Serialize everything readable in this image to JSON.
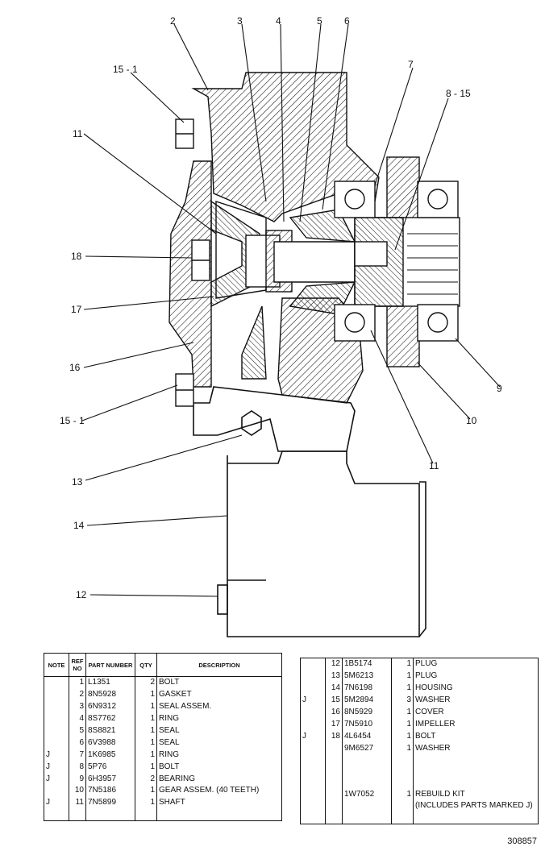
{
  "callouts": [
    "2",
    "3",
    "4",
    "5",
    "6",
    "15 - 1",
    "7",
    "8 - 15",
    "11",
    "18",
    "17",
    "16",
    "15 - 1",
    "9",
    "10",
    "11",
    "13",
    "14",
    "12"
  ],
  "table": {
    "headers": {
      "note": "NOTE",
      "ref": "REF NO",
      "part": "PART NUMBER",
      "qty": "QTY",
      "desc": "DESCRIPTION"
    },
    "left_rows": [
      {
        "note": "",
        "ref": "1",
        "part": "L1351",
        "qty": "2",
        "desc": "BOLT"
      },
      {
        "note": "",
        "ref": "2",
        "part": "8N5928",
        "qty": "1",
        "desc": "GASKET"
      },
      {
        "note": "",
        "ref": "3",
        "part": "6N9312",
        "qty": "1",
        "desc": "SEAL ASSEM."
      },
      {
        "note": "",
        "ref": "4",
        "part": "8S7762",
        "qty": "1",
        "desc": "RING"
      },
      {
        "note": "",
        "ref": "5",
        "part": "8S8821",
        "qty": "1",
        "desc": "SEAL"
      },
      {
        "note": "",
        "ref": "6",
        "part": "6V3988",
        "qty": "1",
        "desc": "SEAL"
      },
      {
        "note": "J",
        "ref": "7",
        "part": "1K6985",
        "qty": "1",
        "desc": "RING"
      },
      {
        "note": "J",
        "ref": "8",
        "part": "5P76",
        "qty": "1",
        "desc": "BOLT"
      },
      {
        "note": "J",
        "ref": "9",
        "part": "6H3957",
        "qty": "2",
        "desc": "BEARING"
      },
      {
        "note": "",
        "ref": "10",
        "part": "7N5186",
        "qty": "1",
        "desc": "GEAR ASSEM. (40 TEETH)"
      },
      {
        "note": "J",
        "ref": "11",
        "part": "7N5899",
        "qty": "1",
        "desc": "SHAFT"
      }
    ],
    "right_rows": [
      {
        "note": "",
        "ref": "12",
        "part": "1B5174",
        "qty": "1",
        "desc": "PLUG"
      },
      {
        "note": "",
        "ref": "13",
        "part": "5M6213",
        "qty": "1",
        "desc": "PLUG"
      },
      {
        "note": "",
        "ref": "14",
        "part": "7N6198",
        "qty": "1",
        "desc": "HOUSING"
      },
      {
        "note": "J",
        "ref": "15",
        "part": "5M2894",
        "qty": "3",
        "desc": "WASHER"
      },
      {
        "note": "",
        "ref": "16",
        "part": "8N5929",
        "qty": "1",
        "desc": "COVER"
      },
      {
        "note": "",
        "ref": "17",
        "part": "7N5910",
        "qty": "1",
        "desc": "IMPELLER"
      },
      {
        "note": "J",
        "ref": "18",
        "part": "4L6454",
        "qty": "1",
        "desc": "BOLT"
      },
      {
        "note": "",
        "ref": "",
        "part": "9M6527",
        "qty": "1",
        "desc": "WASHER"
      }
    ],
    "kit_row": {
      "note": "",
      "ref": "",
      "part": "1W7052",
      "qty": "1",
      "desc": "REBUILD KIT",
      "desc2": "(INCLUDES PARTS MARKED J)"
    }
  },
  "document_number": "308857"
}
